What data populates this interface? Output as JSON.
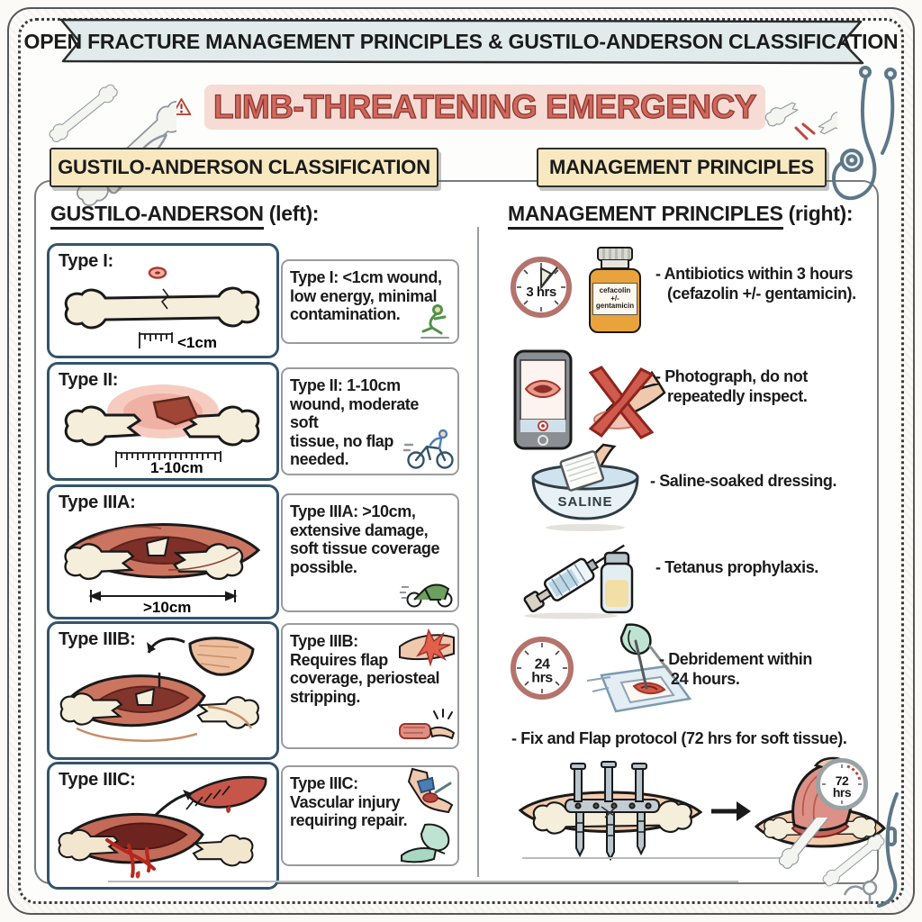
{
  "banner": {
    "title": "OPEN FRACTURE MANAGEMENT PRINCIPLES & GUSTILO-ANDERSON CLASSIFICATION"
  },
  "warning": {
    "text": "LIMB-THREATENING EMERGENCY"
  },
  "section_headers": {
    "left": "GUSTILO-ANDERSON CLASSIFICATION",
    "right": "MANAGEMENT PRINCIPLES"
  },
  "left": {
    "heading": "GUSTILO-ANDERSON",
    "heading_suffix": " (left):",
    "types": [
      {
        "label": "Type I:",
        "measure": "<1cm",
        "description": "Type I: <1cm wound,\nlow energy, minimal\ncontamination.",
        "icon": "falling-person"
      },
      {
        "label": "Type II:",
        "measure": "1-10cm",
        "description": "Type II: 1-10cm\nwound, moderate soft\ntissue, no flap\nneeded.",
        "icon": "cyclist"
      },
      {
        "label": "Type IIIA:",
        "measure": ">10cm",
        "description": "Type IIIA: >10cm,\nextensive damage,\nsoft tissue coverage\npossible.",
        "icon": "motorcycle"
      },
      {
        "label": "Type IIIB:",
        "measure": "",
        "description": "Type IIIB:\nRequires flap\ncoverage, periosteal\nstripping.",
        "icon": "periosteal-stripping"
      },
      {
        "label": "Type IIIC:",
        "measure": "",
        "description": "Type IIIC:\nVascular injury\nrequiring repair.",
        "icon": "vascular-repair"
      }
    ]
  },
  "right": {
    "heading": "MANAGEMENT PRINCIPLES",
    "heading_suffix": " (right):",
    "items": [
      {
        "text": "- Antibiotics within 3 hours\n(cefazolin +/- gentamicin).",
        "clock_label": "3 hrs",
        "bottle_label": "cefacolin\n+/-\ngentamicin"
      },
      {
        "text": "- Photograph, do not\nrepeatedly inspect."
      },
      {
        "text": "- Saline-soaked dressing.",
        "bowl_label": "SALINE"
      },
      {
        "text": "- Tetanus prophylaxis."
      },
      {
        "text": "- Debridement within\n24 hours.",
        "clock_label": "24\nhrs"
      },
      {
        "text": "- Fix and Flap protocol (72 hrs for soft tissue).",
        "clock_label": "72\nhrs"
      }
    ]
  },
  "colors": {
    "accent_red": "#d0685e",
    "header_tan": "#f7e8c0",
    "bone_fill": "#f5eedb",
    "box_border_blue": "#33546b",
    "banner_fill": "#e2ebec"
  }
}
